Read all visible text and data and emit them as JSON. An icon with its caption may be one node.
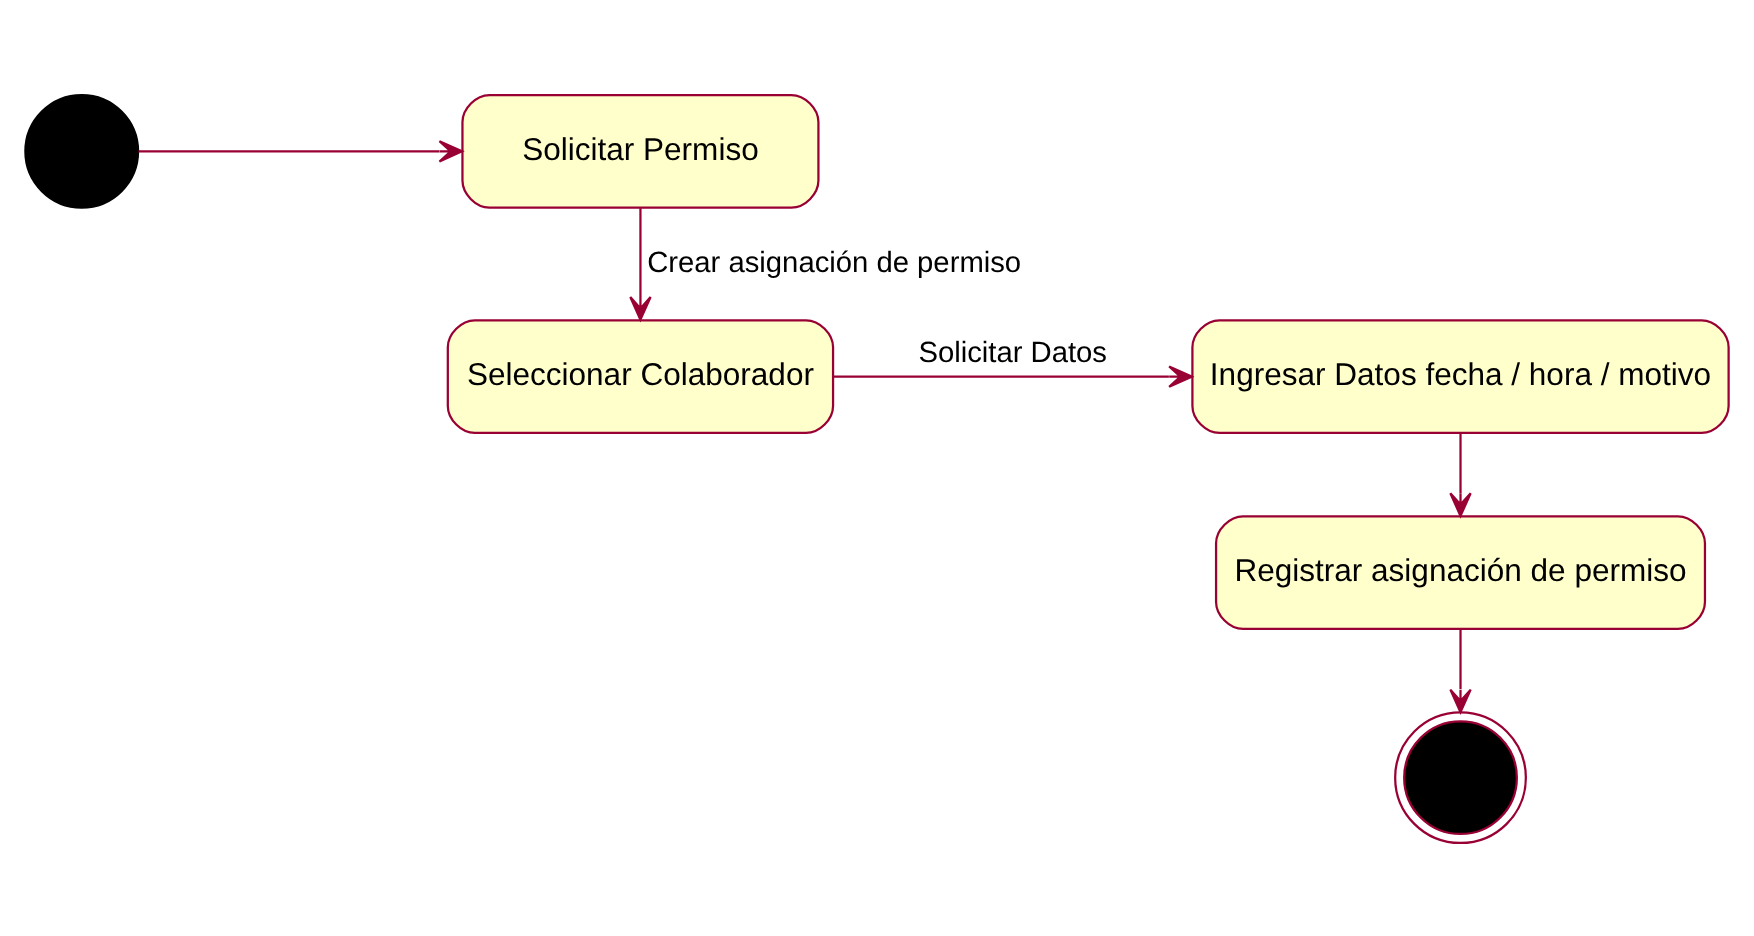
{
  "diagram": {
    "nodes": [
      {
        "text": [],
        "shape": "circle"
      },
      {
        "text": [
          "Solicitar Permiso"
        ]
      },
      {
        "text": [
          "Seleccionar Colaborador"
        ]
      },
      {
        "text": [
          "Ingresar Datos fecha / hora / motivo"
        ]
      },
      {
        "text": [
          "Registrar asignación de permiso"
        ]
      },
      {
        "text": [],
        "shape": "circle"
      }
    ],
    "edges": [
      {
        "from": 0,
        "to": 1,
        "arrow": "to"
      },
      {
        "from": 1,
        "to": 2,
        "arrow": "to",
        "label": "Crear asignación de permiso"
      },
      {
        "from": 2,
        "to": 3,
        "arrow": "to",
        "label": "Solicitar Datos"
      },
      {
        "from": 3,
        "to": 4,
        "arrow": "to"
      },
      {
        "from": 4,
        "to": 5,
        "arrow": "to"
      }
    ]
  }
}
